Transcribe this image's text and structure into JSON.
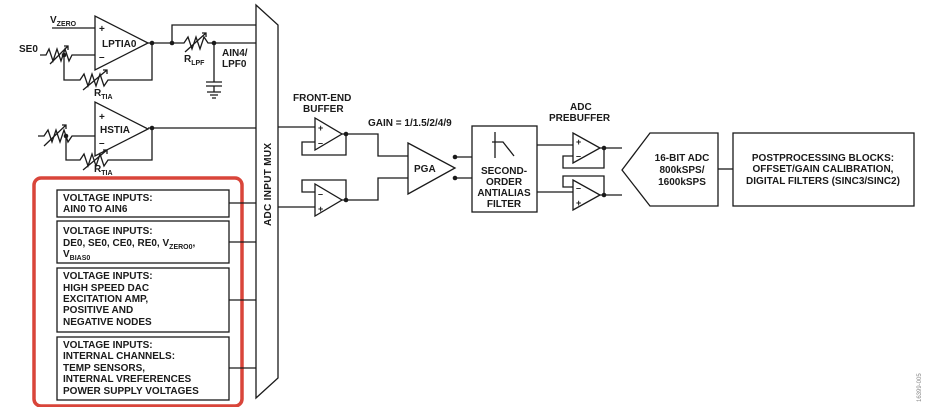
{
  "lptia": {
    "amp_label": "LPTIA0",
    "vzero_main": "V",
    "vzero_sub": "ZERO",
    "se0": "SE0",
    "rtia_main": "R",
    "rtia_sub": "TIA",
    "rlpf_main": "R",
    "rlpf_sub": "LPF",
    "ain4_line1": "AIN4/",
    "ain4_line2": "LPF0"
  },
  "hstia": {
    "amp_label": "HSTIA",
    "rtia_main": "R",
    "rtia_sub": "TIA"
  },
  "mux": {
    "label": "ADC INPUT MUX"
  },
  "voltage_inputs": [
    {
      "lines": [
        "VOLTAGE INPUTS:",
        "AIN0 TO AIN6"
      ]
    },
    {
      "lines": [
        "VOLTAGE INPUTS:"
      ],
      "line2_pre": "DE0, SE0, CE0, RE0, V",
      "line2_sub": "ZERO0",
      "line2_post": ",",
      "line3_main": "V",
      "line3_sub": "BIAS0"
    },
    {
      "lines": [
        "VOLTAGE INPUTS:",
        "HIGH SPEED DAC",
        "EXCITATION AMP,",
        "POSITIVE AND",
        "NEGATIVE NODES"
      ]
    },
    {
      "lines": [
        "VOLTAGE INPUTS:",
        "INTERNAL CHANNELS:",
        "TEMP SENSORS,",
        "INTERNAL VREFERENCES",
        "POWER SUPPLY VOLTAGES"
      ]
    }
  ],
  "front_end": {
    "line1": "FRONT-END",
    "line2": "BUFFER"
  },
  "pga": {
    "gain": "GAIN = 1/1.5/2/4/9",
    "label": "PGA"
  },
  "antialias": {
    "lines": [
      "SECOND-",
      "ORDER",
      "ANTIALIAS",
      "FILTER"
    ]
  },
  "prebuffer": {
    "line1": "ADC",
    "line2": "PREBUFFER"
  },
  "adc": {
    "lines": [
      "16-BIT ADC",
      "800kSPS/",
      "1600kSPS"
    ]
  },
  "postprocessing": {
    "lines": [
      "POSTPROCESSING BLOCKS:",
      "OFFSET/GAIN CALIBRATION,",
      "DIGITAL FILTERS (SINC3/SINC2)"
    ]
  },
  "opamp_signs": {
    "plus": "+",
    "minus": "–"
  },
  "highlight_color": "#d9453a",
  "figure_id": "16399-005"
}
